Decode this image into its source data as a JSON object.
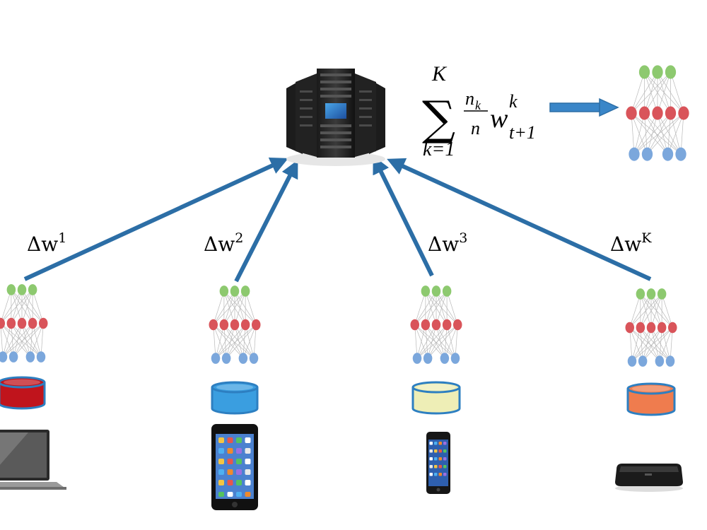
{
  "colors": {
    "arrow": "#2c6ea6",
    "node_output": "#8dc96f",
    "node_hidden": "#d9545a",
    "node_input": "#7ba7dc",
    "edge": "#b9b9b9",
    "db_red": "#c0141c",
    "db_blue": "#3a9ee0",
    "db_yellow": "#eeeeb6",
    "db_orange": "#ef7c4e",
    "db_outline": "#2d7fc1"
  },
  "server": {
    "icon": "server-rack-icon"
  },
  "aggregation": {
    "sum_upper": "K",
    "sum_symbol": "∑",
    "sum_lower": "k=1",
    "numerator": "n",
    "numerator_sub": "k",
    "denominator": "n",
    "weight": "w",
    "weight_sup": "k",
    "weight_sub": "t+1"
  },
  "global_model": {
    "icon": "neural-network-icon"
  },
  "clients": [
    {
      "id": "client-1",
      "update_base": "Δw",
      "update_sup": "1",
      "database_icon": "database-icon",
      "database_color": "red",
      "device_icon": "laptop-icon"
    },
    {
      "id": "client-2",
      "update_base": "Δw",
      "update_sup": "2",
      "database_icon": "database-icon",
      "database_color": "blue",
      "device_icon": "tablet-icon"
    },
    {
      "id": "client-3",
      "update_base": "Δw",
      "update_sup": "3",
      "database_icon": "database-icon",
      "database_color": "yellow",
      "device_icon": "smartphone-icon"
    },
    {
      "id": "client-K",
      "update_base": "Δw",
      "update_sup": "K",
      "database_icon": "database-icon",
      "database_color": "orange",
      "device_icon": "set-top-box-icon"
    }
  ]
}
